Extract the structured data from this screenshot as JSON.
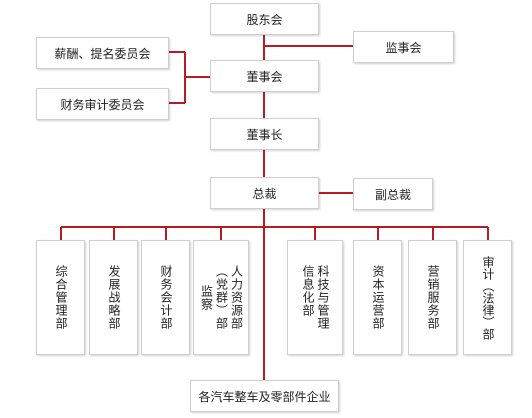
{
  "nodes": {
    "shareholders": "股东会",
    "supervisory": "监事会",
    "compensation_committee": "薪酬、提名委员会",
    "audit_committee": "财务审计委员会",
    "board": "董事会",
    "chairman": "董事长",
    "president": "总裁",
    "vice_president": "副总裁",
    "subsidiaries": "各汽车整车及零部件企业"
  },
  "departments": [
    {
      "label": "综合管理部"
    },
    {
      "label": "发展战略部"
    },
    {
      "label": "财务会计部"
    },
    {
      "label_col1": "人力资源部",
      "label_col2": "（党群）部",
      "label_col3": "监察"
    },
    {
      "label_col1": "科技与管理",
      "label_col2": "信息化部"
    },
    {
      "label": "资本运营部"
    },
    {
      "label": "营销服务部"
    },
    {
      "label": "审计（法律）部"
    }
  ],
  "colors": {
    "connector": "#b71c24",
    "box_border": "#cfcfcf"
  }
}
